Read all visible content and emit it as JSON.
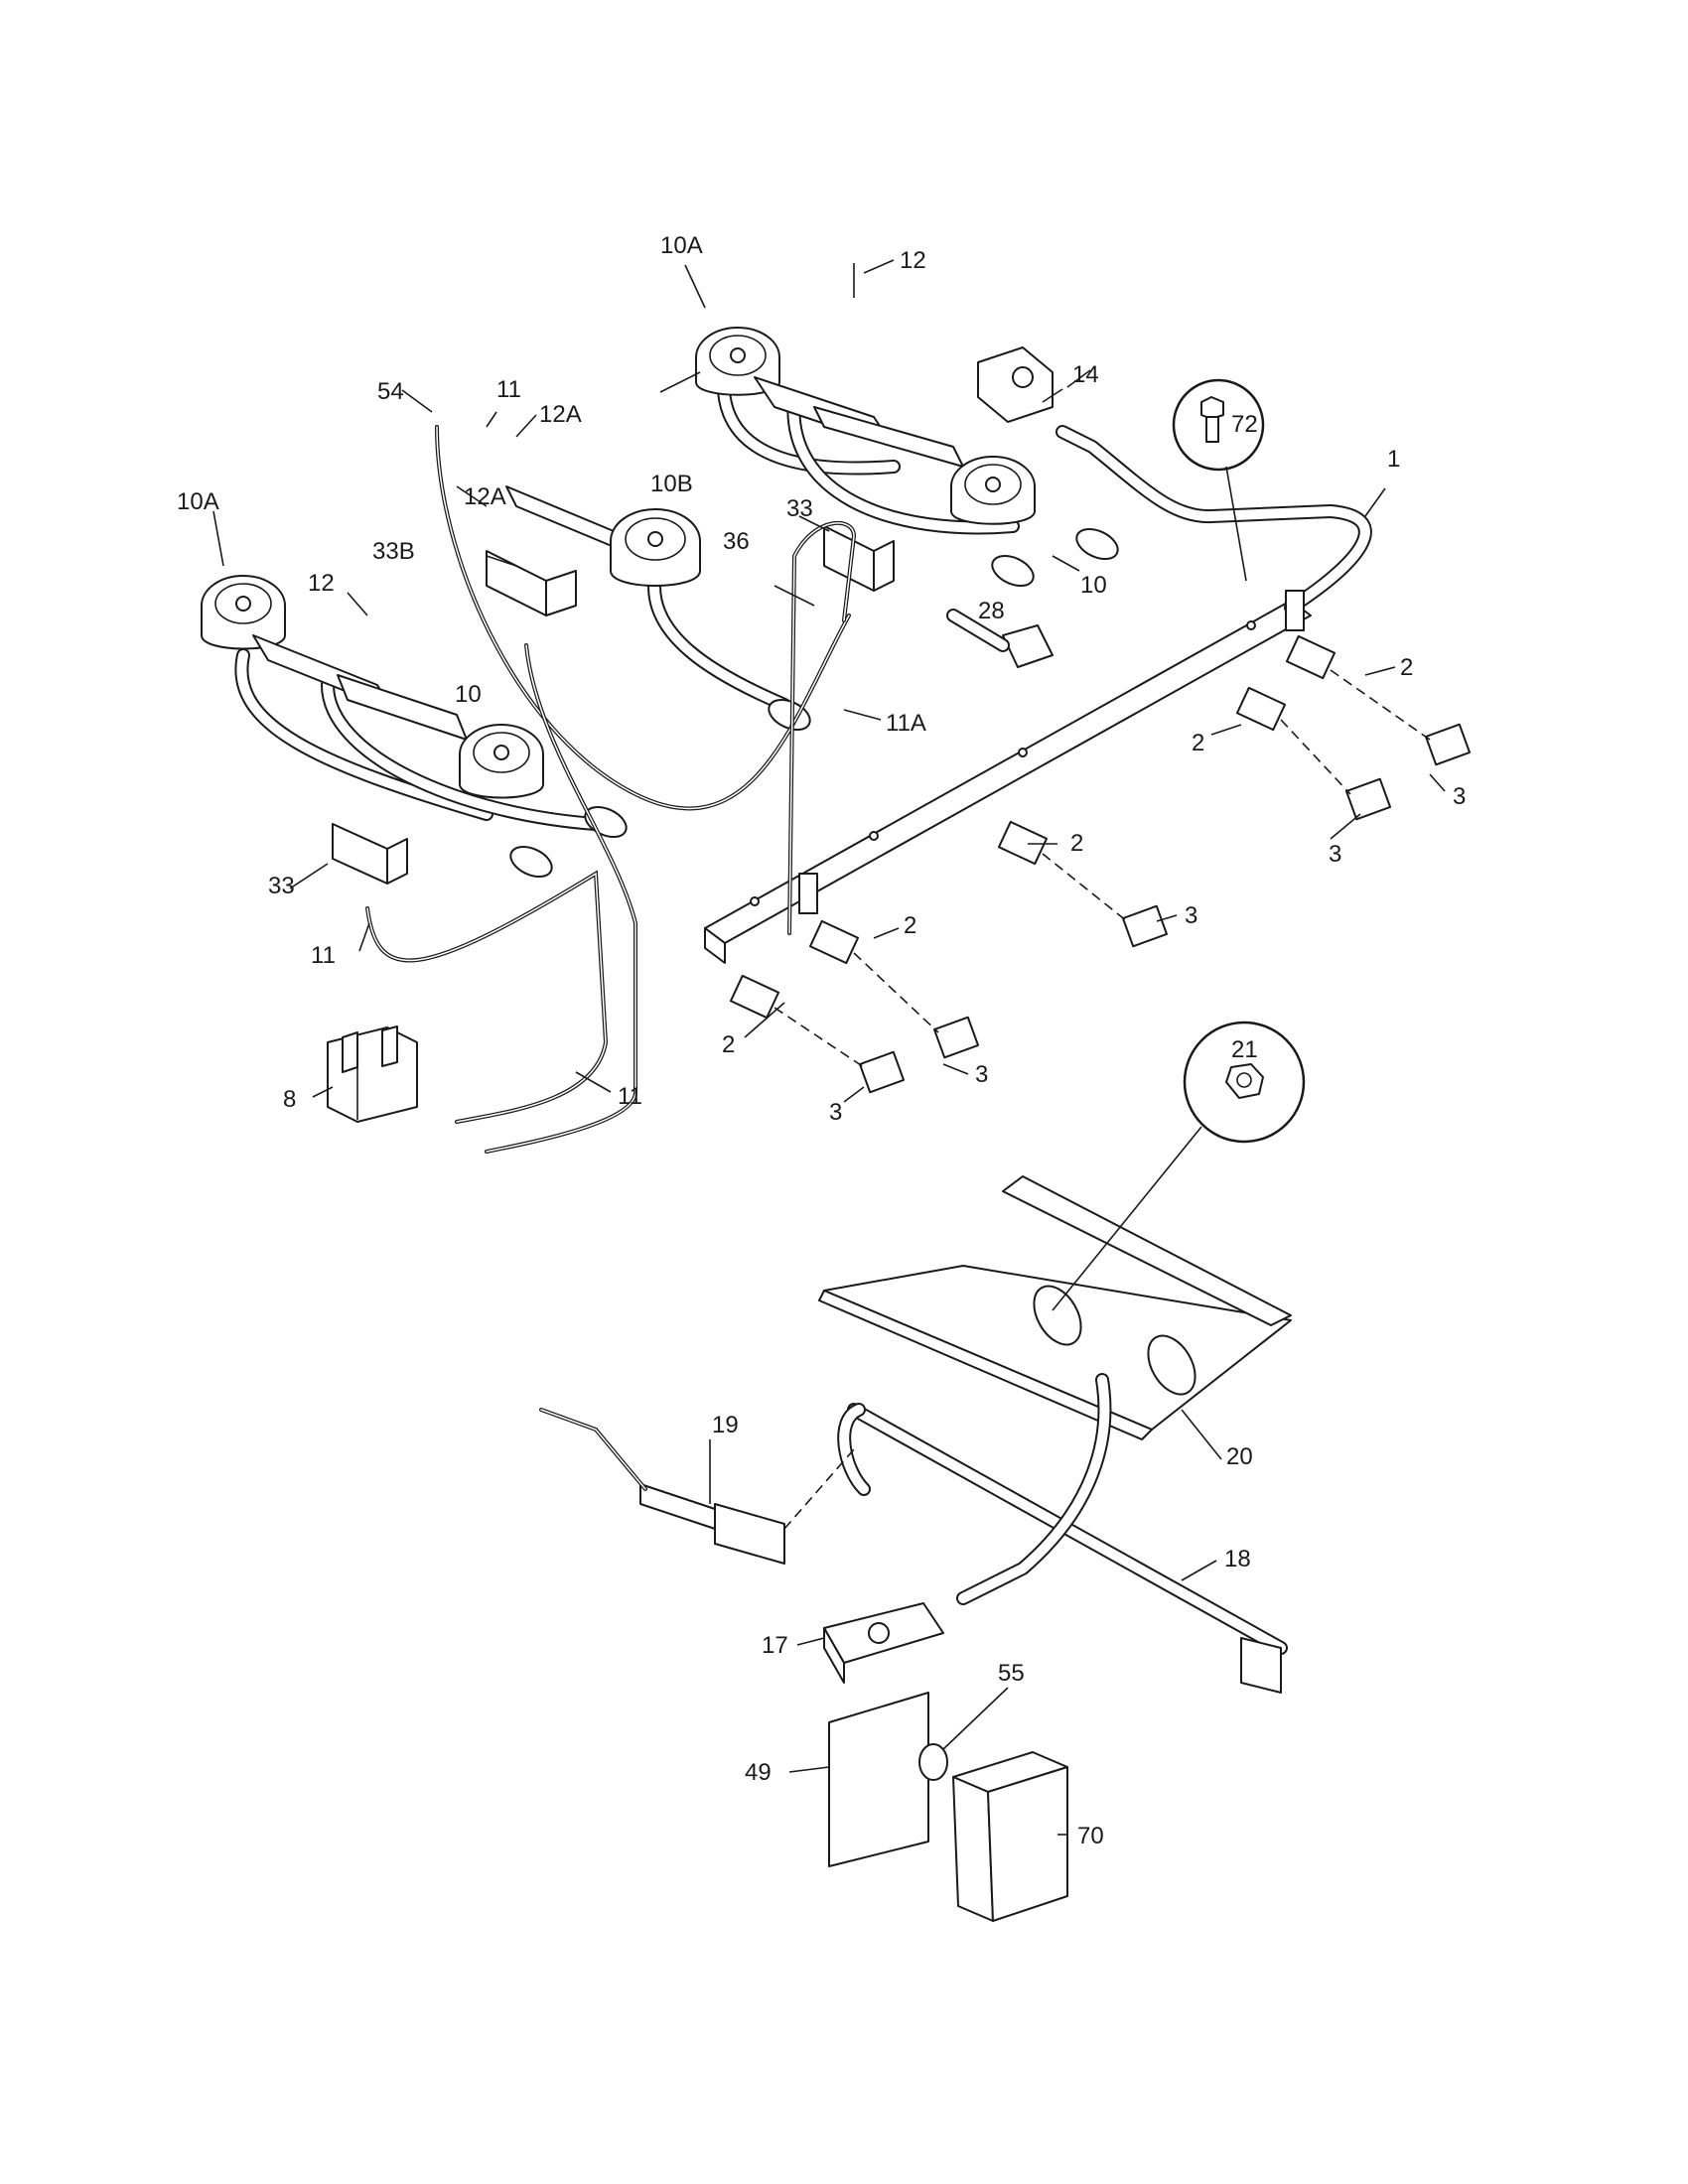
{
  "labels": {
    "p1": "1",
    "p2a": "2",
    "p2b": "2",
    "p2c": "2",
    "p2d": "2",
    "p2e": "2",
    "p3a": "3",
    "p3b": "3",
    "p3c": "3",
    "p3d": "3",
    "p3e": "3",
    "p8": "8",
    "p10a": "10",
    "p10b": "10",
    "p10A_left": "10A",
    "p10A_right": "10A",
    "p10B": "10B",
    "p11a": "11",
    "p11b": "11",
    "p11c": "11",
    "p11A": "11A",
    "p12a": "12",
    "p12b": "12",
    "p12Aa": "12A",
    "p12Ab": "12A",
    "p14": "14",
    "p17": "17",
    "p18": "18",
    "p19": "19",
    "p20": "20",
    "p21": "21",
    "p28": "28",
    "p33a": "33",
    "p33b": "33",
    "p33B": "33B",
    "p36": "36",
    "p49": "49",
    "p54": "54",
    "p55": "55",
    "p70": "70",
    "p72": "72"
  }
}
